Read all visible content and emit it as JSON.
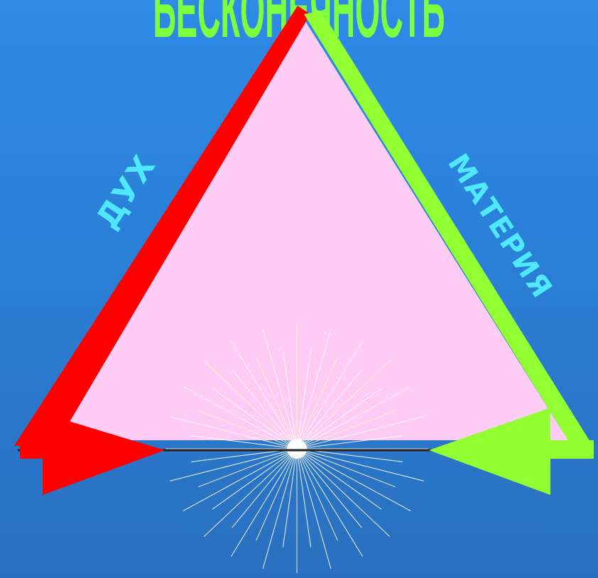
{
  "diagram": {
    "title": "БЕСКОНЕЧНОСТЬ",
    "left_side_label": "ДУХ",
    "right_side_label": "МАТЕРИЯ"
  },
  "colors": {
    "background_top": "#2e8ae6",
    "background_bottom": "#2a6fbf",
    "triangle_fill": "#ffccf5",
    "left_side": "#ff0000",
    "right_side": "#92ff33",
    "title": "#7cff40",
    "labels": "#4fe8ff",
    "burst": "#ffffff"
  }
}
